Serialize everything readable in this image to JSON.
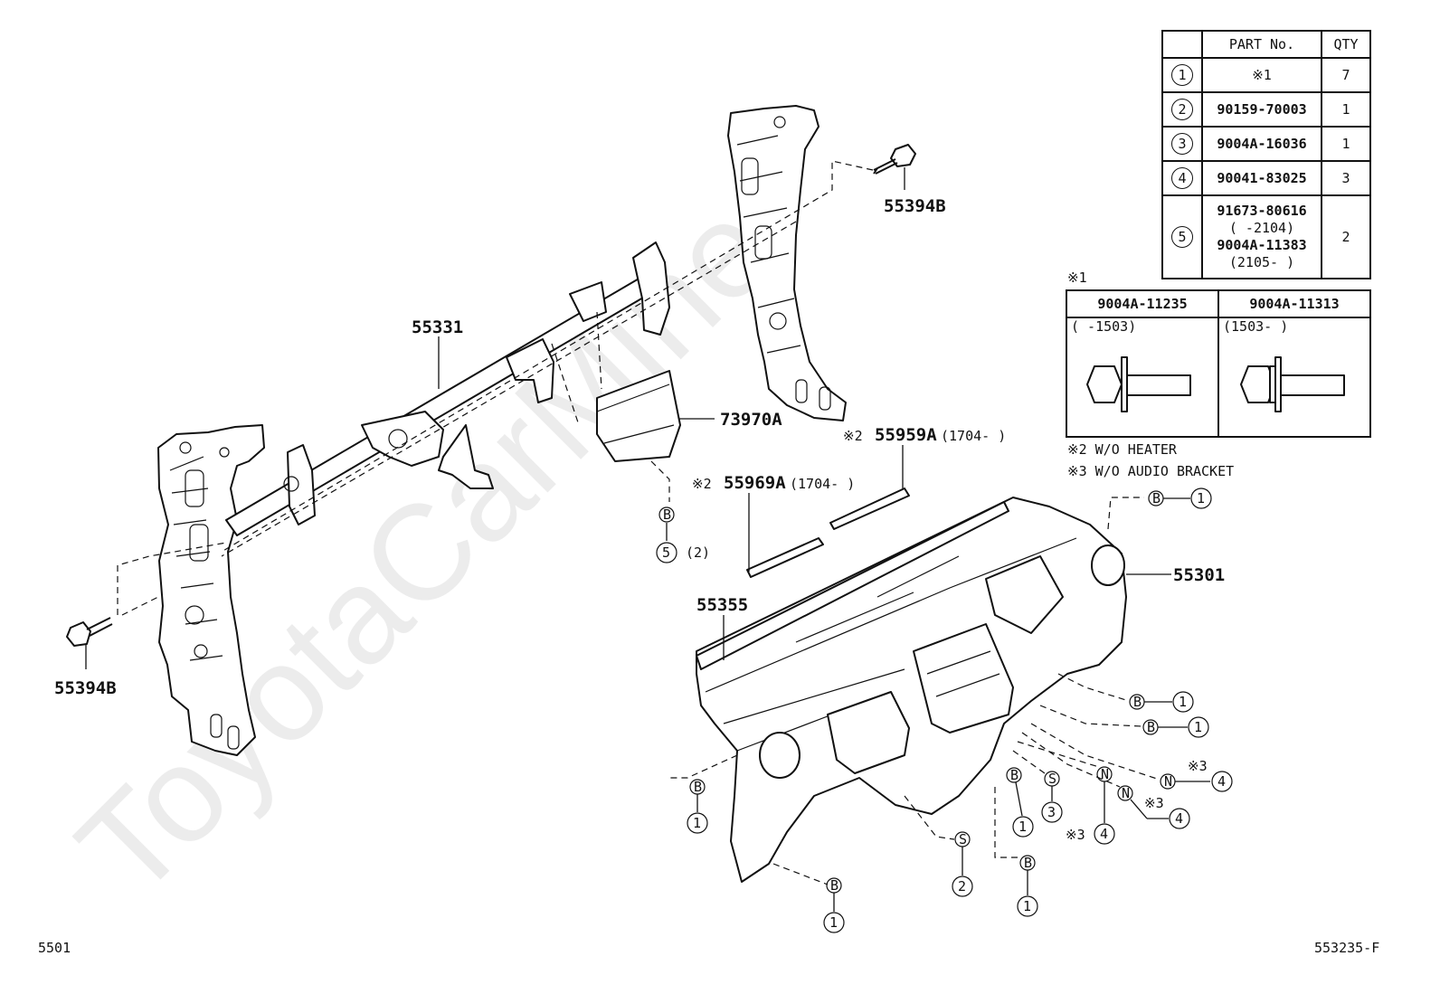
{
  "watermark": "ToyotaCarMine",
  "page_code": "5501",
  "figure_code": "553235-F",
  "parts": {
    "bolt_upper": "55394B",
    "bolt_lower": "55394B",
    "reinforcement": "55331",
    "duct": "73970A",
    "panel": "55301",
    "pad": "55355",
    "defroster_r": "55959A",
    "defroster_r_note": "※2",
    "defroster_r_range": "(1704-    )",
    "defroster_l": "55969A",
    "defroster_l_note": "※2",
    "defroster_l_range": "(1704-    )"
  },
  "callouts": {
    "b": "B",
    "s": "S",
    "n": "N",
    "c1": "1",
    "c2": "2",
    "c3": "3",
    "c4": "4",
    "c5": "5",
    "qty2": "(2)",
    "note3": "※3"
  },
  "table": {
    "headers": [
      "",
      "PART No.",
      "QTY"
    ],
    "rows": [
      {
        "ref": "1",
        "part": "※1",
        "qty": "7"
      },
      {
        "ref": "2",
        "part": "90159-70003",
        "qty": "1"
      },
      {
        "ref": "3",
        "part": "9004A-16036",
        "qty": "1"
      },
      {
        "ref": "4",
        "part": "90041-83025",
        "qty": "3"
      },
      {
        "ref": "5",
        "part": "91673-80616",
        "part_range": "(     -2104)",
        "part2": "9004A-11383",
        "part2_range": "(2105-     )",
        "qty": "2"
      }
    ]
  },
  "note1": {
    "title": "※1",
    "col1_part": "9004A-11235",
    "col1_range": "(     -1503)",
    "col2_part": "9004A-11313",
    "col2_range": "(1503-     )"
  },
  "notes": {
    "n2": "※2 W/O HEATER",
    "n3": "※3 W/O AUDIO BRACKET"
  }
}
